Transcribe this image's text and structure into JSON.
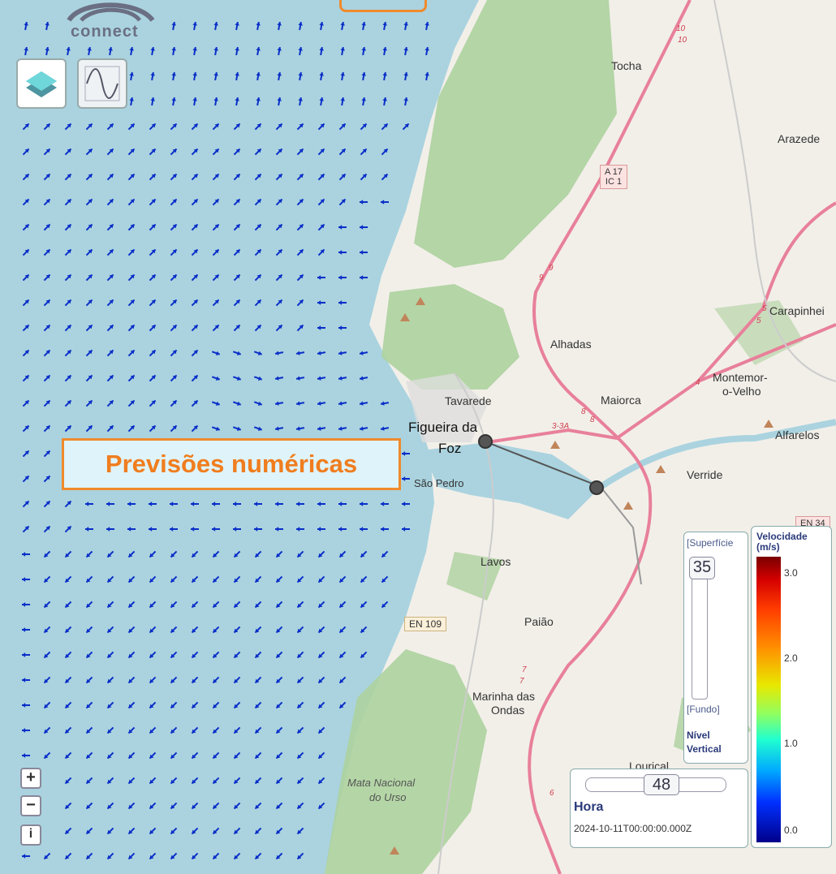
{
  "logo": {
    "text": "connect"
  },
  "callout": {
    "text": "Previsões numéricas"
  },
  "places": [
    {
      "id": "tocha",
      "name": "Tocha"
    },
    {
      "id": "arazede",
      "name": "Arazede"
    },
    {
      "id": "carapinheira",
      "name": "Carapinhei"
    },
    {
      "id": "alhadas",
      "name": "Alhadas"
    },
    {
      "id": "montemor1",
      "name": "Montemor-"
    },
    {
      "id": "montemor2",
      "name": "o-Velho"
    },
    {
      "id": "maiorca",
      "name": "Maiorca"
    },
    {
      "id": "tavarede",
      "name": "Tavarede"
    },
    {
      "id": "figueira1",
      "name": "Figueira da"
    },
    {
      "id": "figueira2",
      "name": "Foz"
    },
    {
      "id": "alfarelos",
      "name": "Alfarelos"
    },
    {
      "id": "verride",
      "name": "Verride"
    },
    {
      "id": "saopedro",
      "name": "São Pedro"
    },
    {
      "id": "lavos",
      "name": "Lavos"
    },
    {
      "id": "paiao",
      "name": "Paião"
    },
    {
      "id": "marinha1",
      "name": "Marinha das"
    },
    {
      "id": "marinha2",
      "name": "Ondas"
    },
    {
      "id": "louriçal",
      "name": "Louriçal"
    },
    {
      "id": "mata1",
      "name": "Mata Nacional"
    },
    {
      "id": "mata2",
      "name": "do Urso"
    }
  ],
  "shields": [
    {
      "id": "a17",
      "line1": "A 17",
      "line2": "IC 1"
    },
    {
      "id": "en109",
      "line1": "EN 109"
    },
    {
      "id": "en34",
      "line1": "EN 34"
    }
  ],
  "road_numbers": [
    "10",
    "10",
    "9",
    "9",
    "5",
    "5",
    "4",
    "8",
    "8",
    "3-3A",
    "7",
    "7",
    "6"
  ],
  "vertical_level": {
    "top_label": "[Superfície",
    "value": "35",
    "bottom_label": "[Fundo]",
    "title_line1": "Nível",
    "title_line2": "Vertical"
  },
  "legend": {
    "title_line1": "Velocidade",
    "title_line2": "(m/s)",
    "ticks": [
      "3.0",
      "2.0",
      "1.0",
      "0.0"
    ]
  },
  "hora": {
    "value": "48",
    "label": "Hora",
    "datetime": "2024-10-11T00:00:00.000Z"
  },
  "zoom": {
    "in": "+",
    "out": "−",
    "info": "i"
  },
  "colors": {
    "sea": "#aad3df",
    "land": "#f2efe9",
    "forest": "#add19e",
    "arrow": "#0a2ec8",
    "accent": "#f08a2c"
  }
}
